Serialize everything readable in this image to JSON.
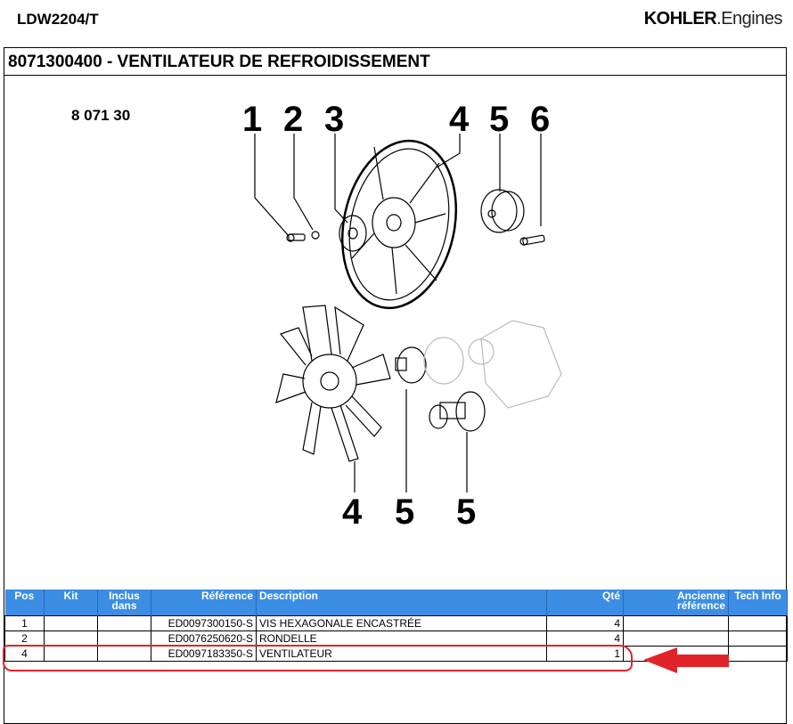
{
  "header": {
    "model": "LDW2204/T",
    "brand_bold": "KOHLER",
    "brand_light": "Engines"
  },
  "section": {
    "title": "8071300400 - VENTILATEUR DE REFROIDISSEMENT",
    "figure_code": "8 071 30"
  },
  "diagram": {
    "callouts_top": [
      "1",
      "2",
      "3",
      "4",
      "5",
      "6"
    ],
    "callouts_bottom": [
      "4",
      "5",
      "5"
    ]
  },
  "table": {
    "columns": [
      "Pos",
      "Kit",
      "Inclus dans",
      "Référence",
      "Description",
      "Qté",
      "Ancienne référence",
      "Tech Info"
    ],
    "rows": [
      {
        "pos": "1",
        "kit": "",
        "inclus": "",
        "reference": "ED0097300150-S",
        "description": "VIS HEXAGONALE ENCASTRÉE",
        "qte": "4",
        "ancienne": "",
        "tech": ""
      },
      {
        "pos": "2",
        "kit": "",
        "inclus": "",
        "reference": "ED0076250620-S",
        "description": "RONDELLE",
        "qte": "4",
        "ancienne": "",
        "tech": ""
      },
      {
        "pos": "4",
        "kit": "",
        "inclus": "",
        "reference": "ED0097183350-S",
        "description": "VENTILATEUR",
        "qte": "1",
        "ancienne": "",
        "tech": ""
      }
    ],
    "highlighted_row": 2
  },
  "colors": {
    "header_blue": "#3b8ee3",
    "annotation_red": "#e0242a"
  }
}
